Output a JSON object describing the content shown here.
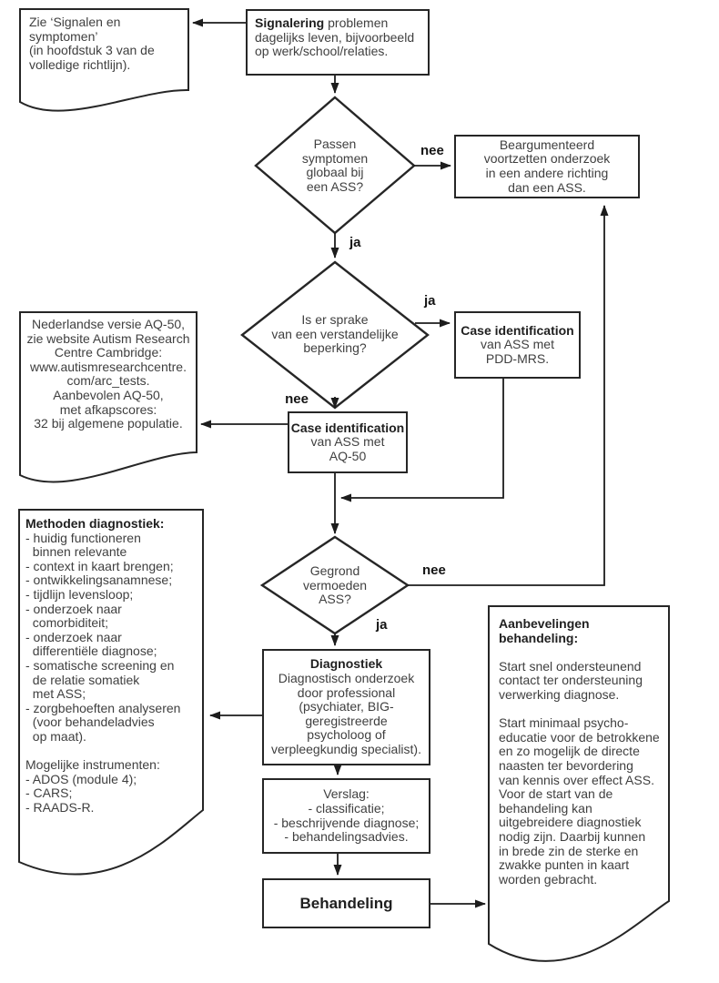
{
  "colors": {
    "line": "#1c1c1c",
    "box_border": "#262626",
    "text": "#3f3f3f",
    "bold_text": "#1f1f1f"
  },
  "edge_labels": {
    "d1_nee": "nee",
    "d1_ja": "ja",
    "d2_ja": "ja",
    "d2_nee": "nee",
    "d3_nee": "nee",
    "d3_ja": "ja"
  },
  "nodes": {
    "doc_signalen": {
      "text": "Zie ‘Signalen en\nsymptomen’\n(in hoofdstuk 3 van de\nvolledige richtlijn)."
    },
    "box_signalering": {
      "title": "Signalering",
      "body": " problemen\ndagelijks leven, bijvoorbeeld\nop werk/school/relaties."
    },
    "diamond_passen": {
      "text": "Passen\nsymptomen\nglobaal bij\neen ASS?"
    },
    "box_beargumenteerd": {
      "text": "Beargumenteerd\nvoortzetten onderzoek\nin een andere richting\ndan een ASS."
    },
    "diamond_verstandelijk": {
      "text": "Is er sprake\nvan een verstandelijke\nbeperking?"
    },
    "box_pddmrs": {
      "title": "Case identification",
      "body": "\nvan ASS met\nPDD-MRS."
    },
    "box_aq50": {
      "title": "Case identification",
      "body": "\nvan ASS met\nAQ-50"
    },
    "doc_aq50": {
      "text": "Nederlandse versie AQ-50,\nzie website Autism Research\nCentre Cambridge:\nwww.autismresearchcentre.\ncom/arc_tests.\nAanbevolen AQ-50,\nmet afkapscores:\n32 bij algemene populatie."
    },
    "diamond_gegrond": {
      "text": "Gegrond\nvermoeden\nASS?"
    },
    "doc_methoden": {
      "title": "Methoden diagnostiek:",
      "body": "\n- huidig functioneren\n  binnen relevante\n- context in kaart brengen;\n- ontwikkelingsanamnese;\n- tijdlijn levensloop;\n- onderzoek naar\n  comorbiditeit;\n- onderzoek naar\n  differentiële diagnose;\n- somatische screening en\n  de relatie somatiek\n  met ASS;\n- zorgbehoeften analyseren\n  (voor behandeladvies\n  op maat).\n\nMogelijke instrumenten:\n- ADOS (module 4);\n- CARS;\n- RAADS-R."
    },
    "box_diagnostiek": {
      "title": "Diagnostiek",
      "body": "\nDiagnostisch onderzoek\ndoor professional\n(psychiater, BIG-\ngeregistreerde\npsycholoog of\nverpleegkundig specialist)."
    },
    "box_verslag": {
      "text": "Verslag:\n- classificatie;\n- beschrijvende diagnose;\n- behandelingsadvies."
    },
    "box_behandeling": {
      "label": "Behandeling"
    },
    "doc_aanbevelingen": {
      "title": "Aanbevelingen\nbehandeling:",
      "body": "\n\nStart snel ondersteunend\ncontact ter ondersteuning\nverwerking diagnose.\n\nStart minimaal psycho-\neducatie voor de betrokkene\nen zo mogelijk de directe\nnaasten ter bevordering\nvan kennis over effect ASS.\nVoor de start van de\nbehandeling kan\nuitgebreidere diagnostiek\nnodig zijn. Daarbij kunnen\nin brede zin de sterke en\nzwakke punten in kaart\nworden gebracht."
    }
  }
}
